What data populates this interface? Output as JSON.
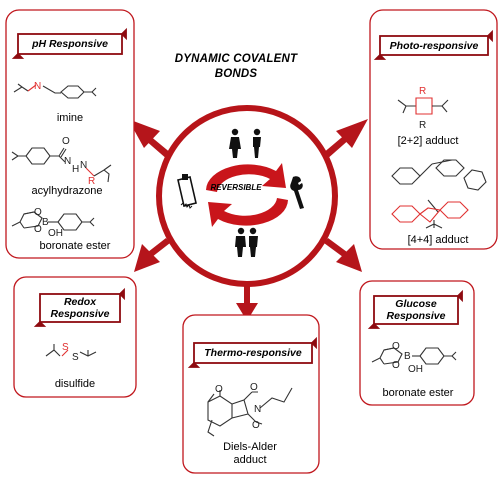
{
  "title": {
    "line1": "DYNAMIC COVALENT",
    "line2": "BONDS"
  },
  "center": {
    "label": "REVERSIBLE"
  },
  "panels": {
    "ph": {
      "title": "pH Responsive",
      "items": [
        "imine",
        "acylhydrazone",
        "boronate ester"
      ]
    },
    "photo": {
      "title": "Photo-responsive",
      "items": [
        "[2+2] adduct",
        "[4+4] adduct"
      ]
    },
    "redox": {
      "title_line1": "Redox",
      "title_line2": "Responsive",
      "items": [
        "disulfide"
      ]
    },
    "thermo": {
      "title": "Thermo-responsive",
      "items": [
        "Diels-Alder",
        "adduct"
      ]
    },
    "glucose": {
      "title_line1": "Glucose",
      "title_line2": "Responsive",
      "items": [
        "boronate ester"
      ]
    }
  },
  "atoms": {
    "N": "N",
    "O": "O",
    "H": "H",
    "B": "B",
    "OH": "OH",
    "R": "R",
    "S": "S"
  },
  "colors": {
    "accent": "#c0171d",
    "frame": "#b01015",
    "bond": "#333333",
    "highlight": "#e03030"
  },
  "icons": [
    "person-icon",
    "couple-icon",
    "saw-icon",
    "wrench-icon",
    "cycle-arrows-icon"
  ]
}
